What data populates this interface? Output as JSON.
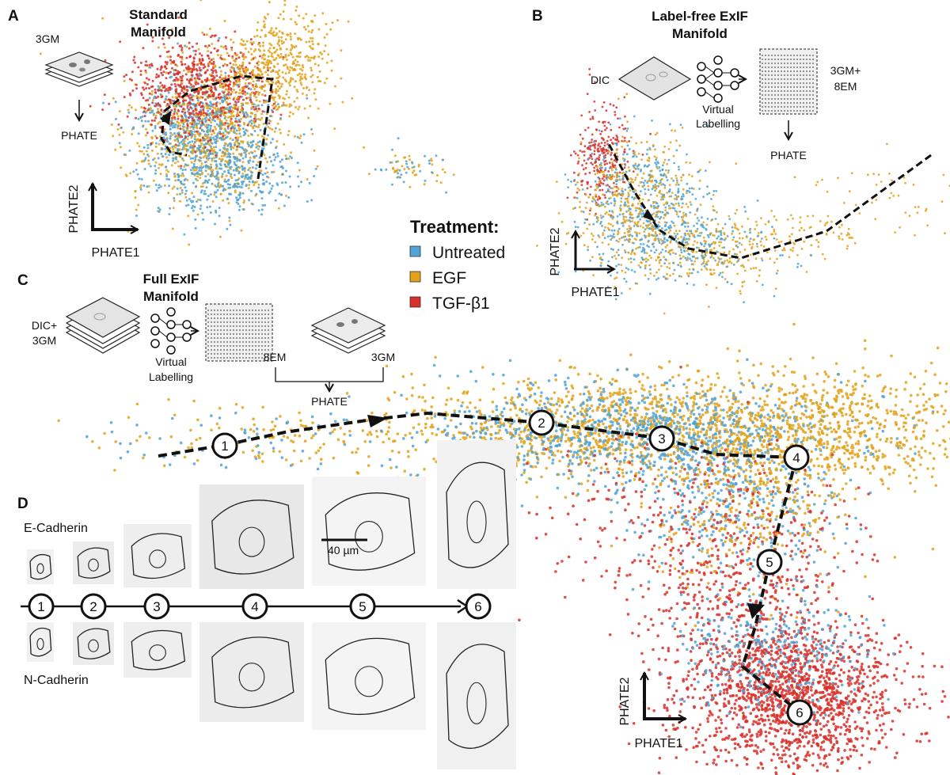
{
  "panels": {
    "A": {
      "letter": "A",
      "title1": "Standard",
      "title2": "Manifold",
      "stack_label": "3GM",
      "method": "PHATE",
      "axis_x": "PHATE1",
      "axis_y": "PHATE2"
    },
    "B": {
      "letter": "B",
      "title1": "Label-free ExIF",
      "title2": "Manifold",
      "input_label": "DIC",
      "process1": "Virtual",
      "process2": "Labelling",
      "output1": "3GM+",
      "output2": "8EM",
      "method": "PHATE",
      "axis_x": "PHATE1",
      "axis_y": "PHATE2"
    },
    "C": {
      "letter": "C",
      "title1": "Full ExIF",
      "title2": "Manifold",
      "input1": "DIC+",
      "input2": "3GM",
      "process1": "Virtual",
      "process2": "Labelling",
      "stack_em": "8EM",
      "stack_gm": "3GM",
      "method": "PHATE",
      "axis_x": "PHATE1",
      "axis_y": "PHATE2",
      "nodes": [
        "1",
        "2",
        "3",
        "4",
        "5",
        "6"
      ]
    },
    "D": {
      "letter": "D",
      "marker_top": "E-Cadherin",
      "marker_bottom": "N-Cadherin",
      "scale_bar": "40 µm",
      "timeline": [
        "1",
        "2",
        "3",
        "4",
        "5",
        "6"
      ]
    }
  },
  "legend": {
    "title": "Treatment:",
    "items": [
      {
        "label": "Untreated",
        "color": "#4fa3d6"
      },
      {
        "label": "EGF",
        "color": "#e3a21a"
      },
      {
        "label": "TGF-β1",
        "color": "#d9302a"
      }
    ]
  }
}
